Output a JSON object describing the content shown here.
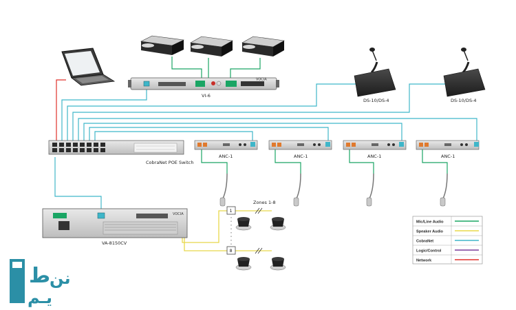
{
  "devices": {
    "switch_label": "CobraNet POE Switch",
    "vi6_label": "VI-6",
    "amp_label": "VA-8150CV",
    "ds_left_label": "DS-10/DS-4",
    "ds_right_label": "DS-10/DS-4",
    "anc_labels": [
      "ANC-1",
      "ANC-1",
      "ANC-1",
      "ANC-1"
    ],
    "brand_small": "VOCIA"
  },
  "zones": {
    "title": "Zones 1-8",
    "first": "1",
    "last": "8"
  },
  "legend": {
    "items": [
      {
        "label": "Mic/Line Audio",
        "color": "#1aa564"
      },
      {
        "label": "Speaker Audio",
        "color": "#e8d84a"
      },
      {
        "label": "CobraNet",
        "color": "#3fb6c9"
      },
      {
        "label": "Logic/Control",
        "color": "#7a3b9a"
      },
      {
        "label": "Network",
        "color": "#e0312b"
      }
    ]
  },
  "colors": {
    "mic": "#1aa564",
    "speaker": "#e8d84a",
    "cobranet": "#3fb6c9",
    "network": "#e0312b",
    "logo": "#2b8fa6"
  }
}
